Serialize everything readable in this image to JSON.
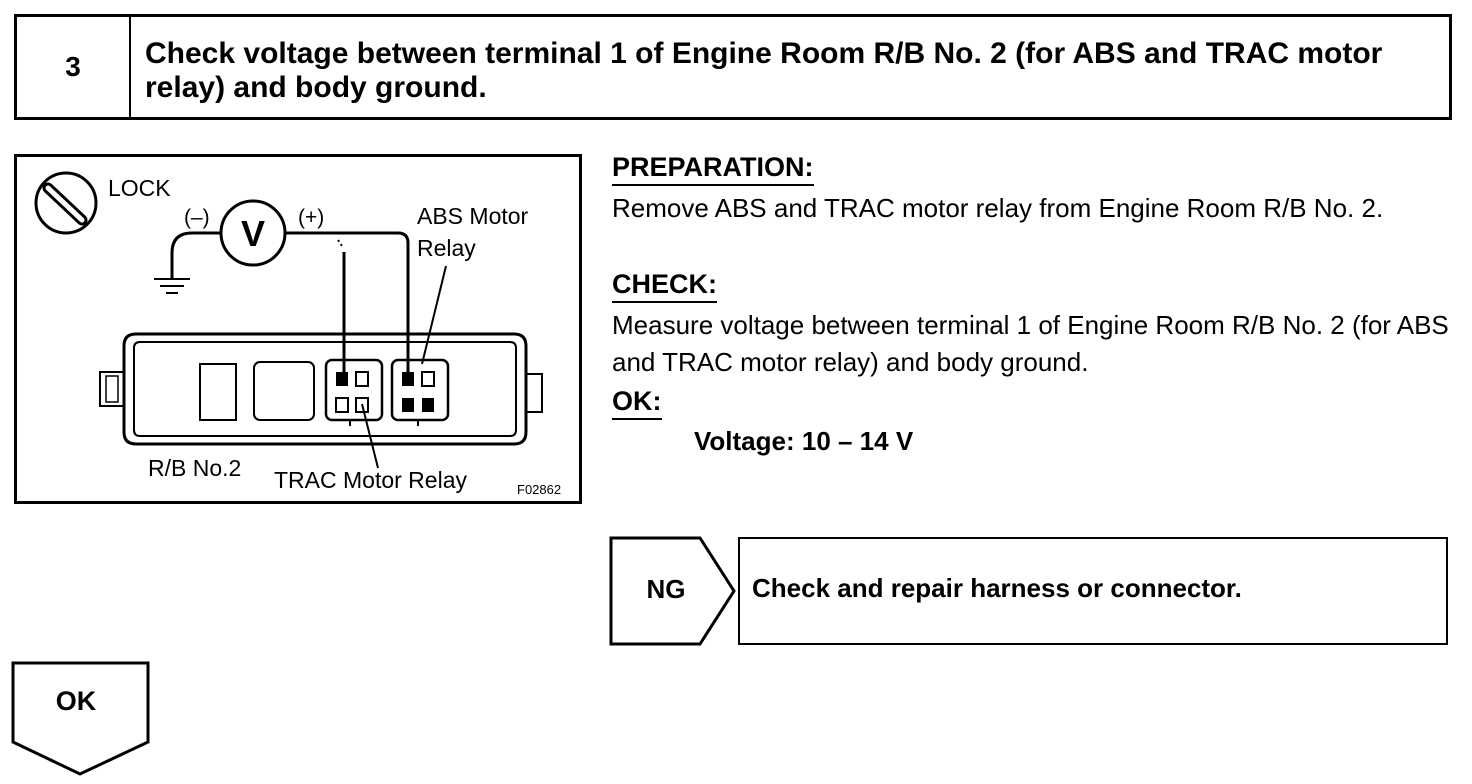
{
  "step": {
    "number": "3",
    "title": "Check voltage between terminal 1 of Engine Room R/B No. 2 (for ABS and TRAC motor relay) and body ground."
  },
  "diagram": {
    "lock_label": "LOCK",
    "voltmeter_symbol": "V",
    "negative_label": "(–)",
    "positive_label": "(+)",
    "abs_label_line1": "ABS Motor",
    "abs_label_line2": "Relay",
    "rb_label": "R/B No.2",
    "trac_label": "TRAC Motor Relay",
    "figure_code": "F02862",
    "icons": [
      "lock-icon",
      "ground-icon",
      "voltmeter-icon"
    ]
  },
  "preparation": {
    "heading": "PREPARATION:",
    "text": "Remove ABS and TRAC motor relay from Engine Room R/B No. 2."
  },
  "check": {
    "heading": "CHECK:",
    "text": "Measure voltage between terminal 1 of Engine Room R/B No. 2 (for ABS and TRAC motor relay) and body ground."
  },
  "ok": {
    "heading": "OK:",
    "spec": "Voltage: 10 – 14 V"
  },
  "ng_result": {
    "label": "NG",
    "text": "Check and repair harness or connector."
  },
  "ok_result": {
    "label": "OK"
  }
}
